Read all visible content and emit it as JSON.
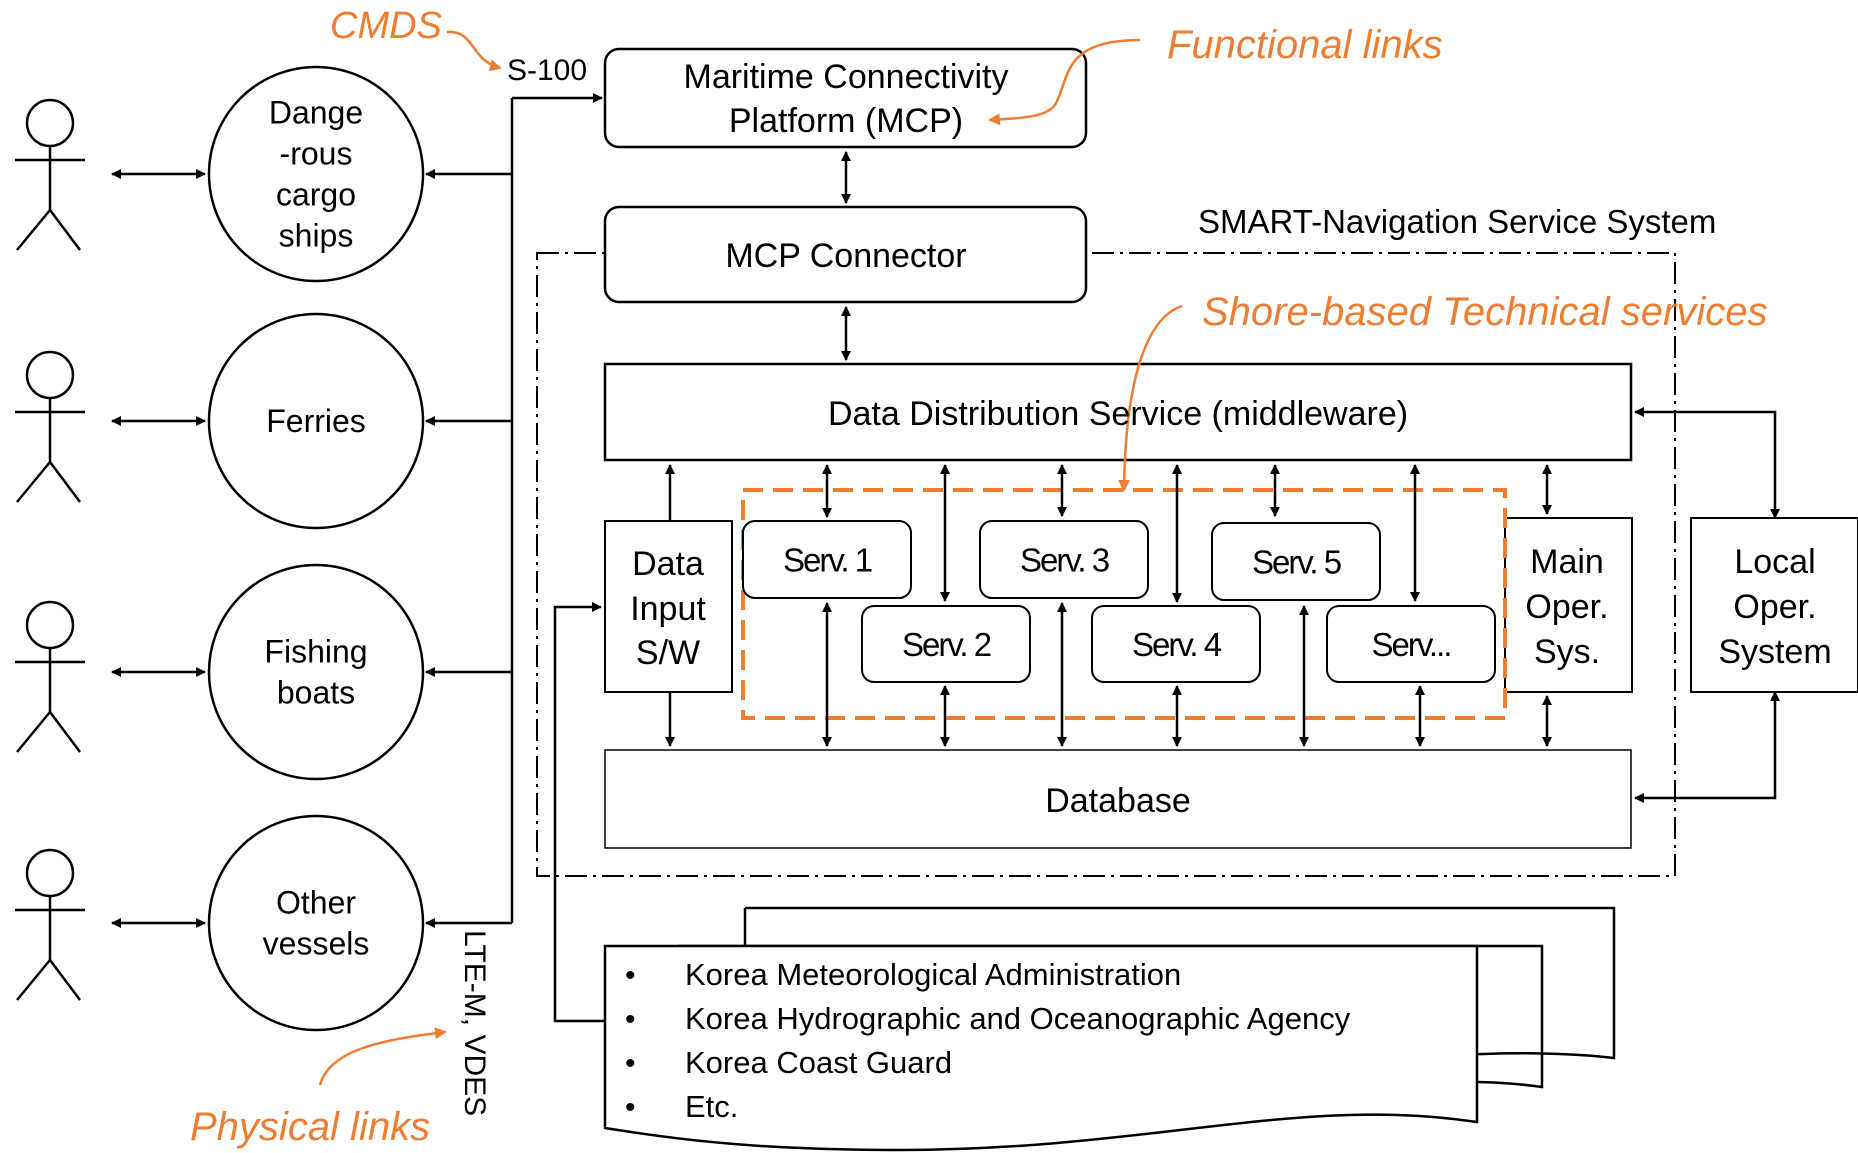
{
  "colors": {
    "accent": "#ED7D31",
    "line": "#000000",
    "background": "#ffffff"
  },
  "annotations": {
    "cmds": "CMDS",
    "functional_links": "Functional links",
    "shore_services": "Shore-based Technical services",
    "physical_links": "Physical links"
  },
  "labels": {
    "s100": "S-100",
    "lte": "LTE-M, VDES",
    "system_title": "SMART-Navigation Service System"
  },
  "actors": [
    {
      "icon": "stick-figure-icon",
      "lines": [
        "Dange",
        "-rous",
        "cargo",
        "ships"
      ]
    },
    {
      "icon": "stick-figure-icon",
      "lines": [
        "Ferries"
      ]
    },
    {
      "icon": "stick-figure-icon",
      "lines": [
        "Fishing",
        "boats"
      ]
    },
    {
      "icon": "stick-figure-icon",
      "lines": [
        "Other",
        "vessels"
      ]
    }
  ],
  "boxes": {
    "mcp": [
      "Maritime Connectivity",
      "Platform (MCP)"
    ],
    "connector": [
      "MCP Connector"
    ],
    "dds": [
      "Data Distribution Service (middleware)"
    ],
    "data_input": [
      "Data",
      "Input",
      "S/W"
    ],
    "main_oper": [
      "Main",
      "Oper.",
      "Sys."
    ],
    "local_oper": [
      "Local",
      "Oper.",
      "System"
    ],
    "database": [
      "Database"
    ]
  },
  "services": [
    "Serv. 1",
    "Serv. 2",
    "Serv. 3",
    "Serv. 4",
    "Serv. 5",
    "Serv..."
  ],
  "sources": [
    "Korea Meteorological Administration",
    "Korea Hydrographic and Oceanographic  Agency",
    "Korea Coast Guard",
    "Etc."
  ],
  "bullet": "•"
}
